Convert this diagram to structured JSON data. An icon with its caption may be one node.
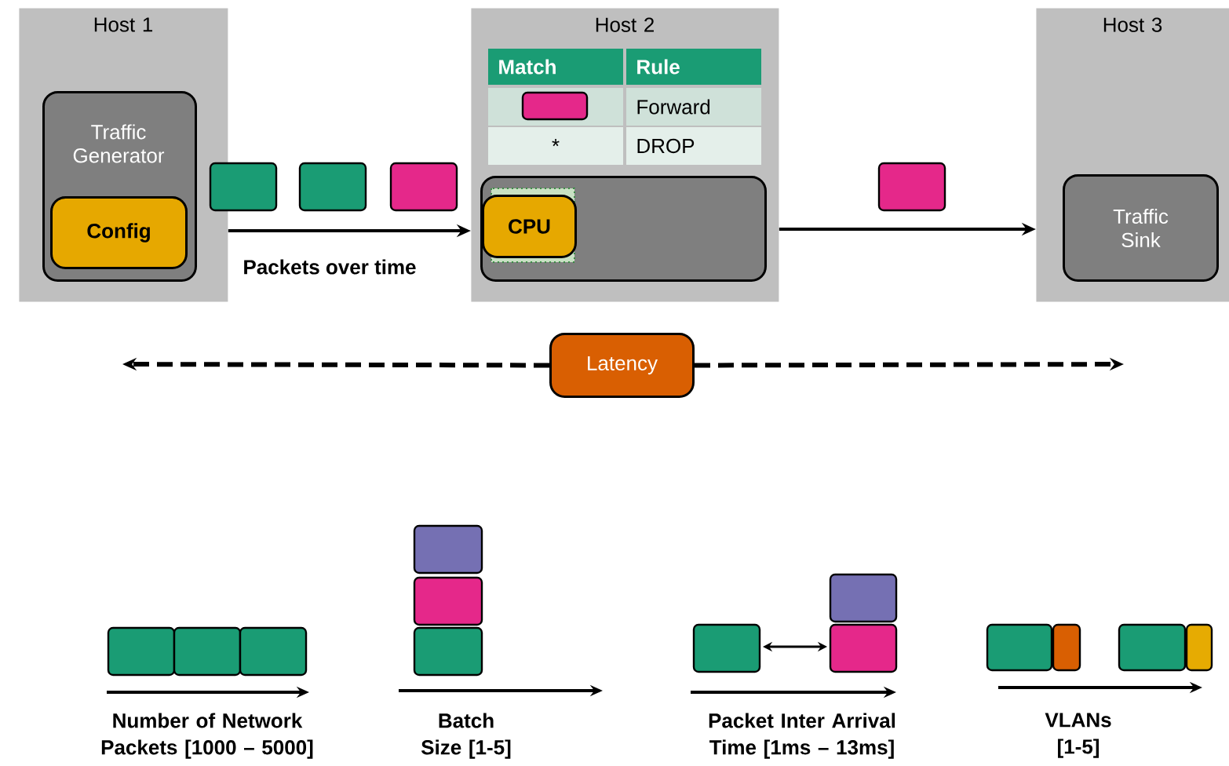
{
  "diagram": {
    "nodes": [
      {
        "text": [
          "Host 1"
        ]
      },
      {
        "text": [
          "Traffic Generator"
        ],
        "in": 0
      },
      {
        "text": [
          "Config"
        ],
        "in": 1
      },
      {
        "text": [
          "Host 2"
        ]
      },
      {
        "text": [],
        "shape": "box",
        "in": 3
      },
      {
        "text": [
          "CPU"
        ],
        "in": 4
      },
      {
        "text": [
          "Host 3"
        ]
      },
      {
        "text": [
          "Traffic Sink"
        ],
        "in": 6
      },
      {
        "text": [
          "Latency"
        ]
      }
    ],
    "edges": [
      {
        "from": 0,
        "to": 3,
        "arrow": "to",
        "label": "Packets over time"
      },
      {
        "from": 3,
        "to": 6,
        "arrow": "to"
      },
      {
        "from": 8,
        "to": null,
        "arrow": "to",
        "style": "dashed"
      },
      {
        "from": 8,
        "to": null,
        "arrow": "to",
        "style": "dashed"
      }
    ],
    "labels": [
      "Match",
      "Rule",
      "Forward",
      "*",
      "DROP",
      "Number of Network Packets [1000 – 5000]",
      "Batch Size [1-5]",
      "Packet Inter Arrival Time [1ms – 13ms]",
      "VLANs [1-5]"
    ]
  }
}
